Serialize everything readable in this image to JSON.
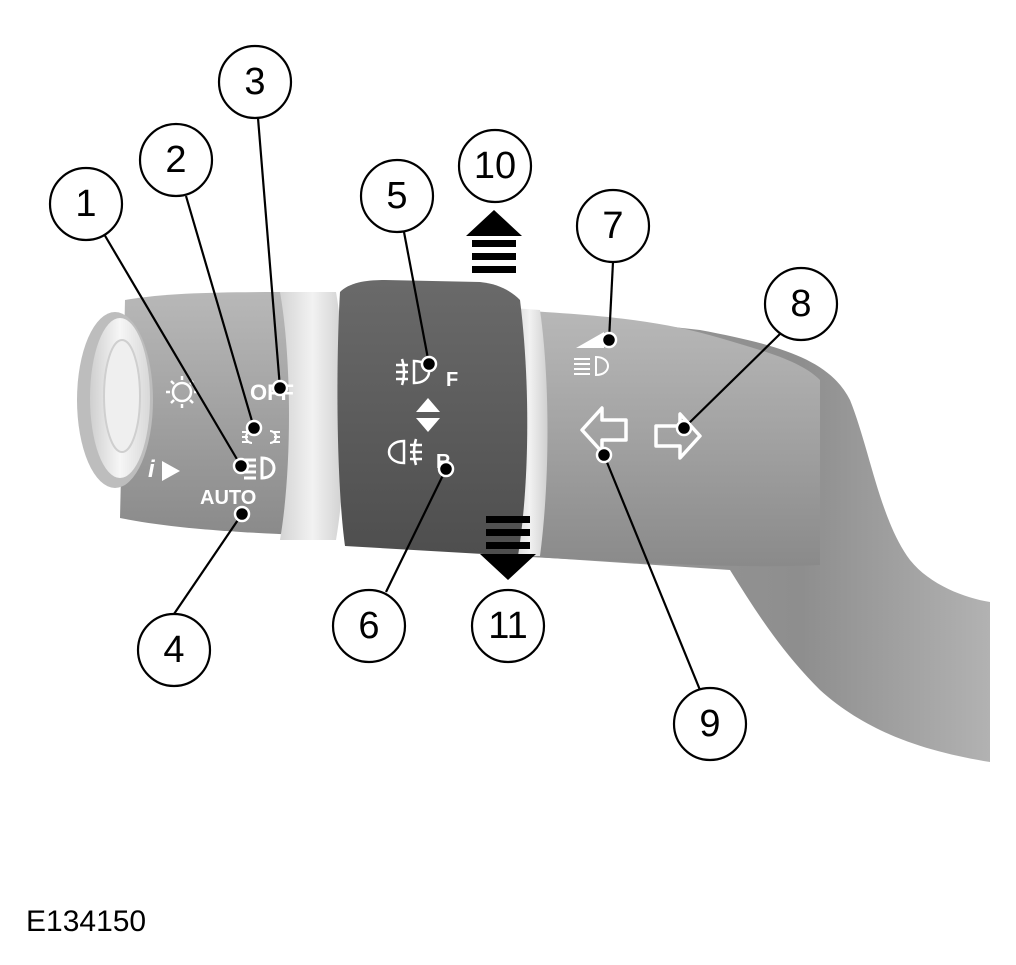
{
  "figure": {
    "reference_code": "E134150",
    "colors": {
      "lever_body": "#a3a3a3",
      "lever_dark_band": "#5f5f5f",
      "ring": "#e4e4e4",
      "icon_white": "#ffffff",
      "ink": "#000000"
    }
  },
  "lever_markings": {
    "off": "OFF",
    "auto": "AUTO",
    "front_fog_letter": "F",
    "rear_fog_letter": "R"
  },
  "icons": [
    "sun-icon",
    "info-arrow-icon",
    "parking-lamp-icon",
    "headlamp-icon",
    "front-fog-lamp-icon",
    "up-down-arrows-icon",
    "rear-fog-lamp-icon",
    "main-beam-icon",
    "left-turn-arrow-icon",
    "right-turn-arrow-icon",
    "up-triple-arrow-icon",
    "down-triple-arrow-icon"
  ],
  "callouts": [
    {
      "number": "1"
    },
    {
      "number": "2"
    },
    {
      "number": "3"
    },
    {
      "number": "4"
    },
    {
      "number": "5"
    },
    {
      "number": "6"
    },
    {
      "number": "7"
    },
    {
      "number": "8"
    },
    {
      "number": "9"
    },
    {
      "number": "10"
    },
    {
      "number": "11"
    }
  ]
}
